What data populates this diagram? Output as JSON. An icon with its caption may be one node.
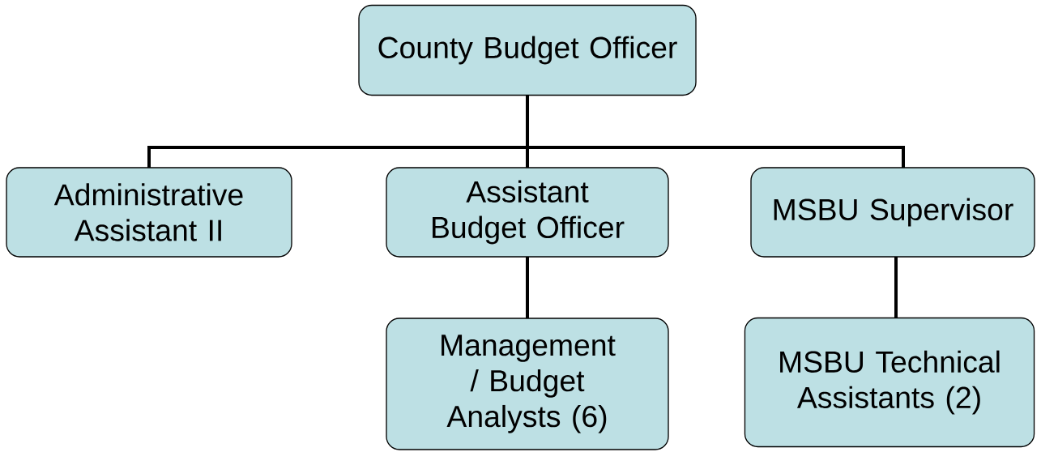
{
  "diagram": {
    "nodes": [
      {
        "text": [
          "County Budget Officer"
        ]
      },
      {
        "text": [
          "Administrative Assistant II"
        ]
      },
      {
        "text": [
          "Assistant Budget Officer"
        ]
      },
      {
        "text": [
          "MSBU Supervisor"
        ]
      },
      {
        "text": [
          "Management / Budget Analysts (6)"
        ]
      },
      {
        "text": [
          "MSBU Technical Assistants (2)"
        ]
      }
    ],
    "edges": [
      {
        "from": 0,
        "to": 1,
        "arrow": "none"
      },
      {
        "from": 0,
        "to": 2,
        "arrow": "none"
      },
      {
        "from": 0,
        "to": 3,
        "arrow": "none"
      },
      {
        "from": 2,
        "to": 4,
        "arrow": "none"
      },
      {
        "from": 3,
        "to": 5,
        "arrow": "none"
      }
    ]
  }
}
